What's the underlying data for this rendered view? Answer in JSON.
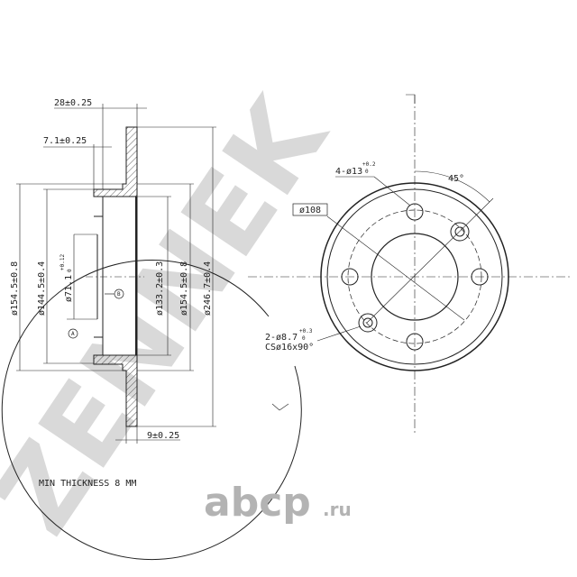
{
  "watermark": {
    "text": "ZENNEK",
    "color": "#d9d9d9"
  },
  "logo": {
    "main": "abcp",
    "suffix": ".ru",
    "color": "#b3b3b3"
  },
  "section_view": {
    "dim_width_total": "28±0.25",
    "dim_hat_wall": "7.1±0.25",
    "dim_disc_thickness": "9±0.25",
    "dia_outer_hat": "ø154.5±0.8",
    "dia_hat_inner": "ø144.5±0.4",
    "dia_center_bore": "ø71.1",
    "dia_center_bore_tol_upper": "+0.12",
    "dia_center_bore_tol_lower": "0",
    "dia_hat_inside": "ø133.2±0.3",
    "dia_hat_outer_right": "ø154.5±0.8",
    "dia_disc": "ø246.7±0.4",
    "datum_a": "A",
    "datum_b": "B"
  },
  "front_view": {
    "bolt_holes": "4-ø13",
    "bolt_holes_tol_upper": "+0.2",
    "bolt_holes_tol_lower": "0",
    "angle": "45°",
    "pcd": "ø108",
    "aux_holes": "2-ø8.7",
    "aux_holes_tol_upper": "+0.3",
    "aux_holes_tol_lower": "0",
    "countersink": "CSø16x90°"
  },
  "note": "MIN THICKNESS 8 MM"
}
